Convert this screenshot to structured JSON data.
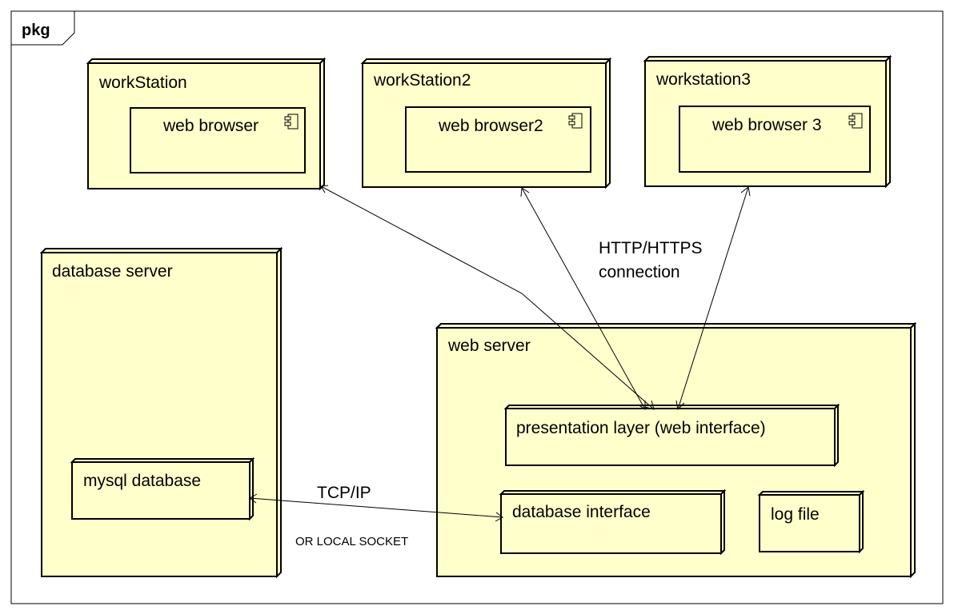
{
  "frame": {
    "label": "pkg"
  },
  "colors": {
    "node_fill": "#ffffcc",
    "stroke": "#000000",
    "background": "#ffffff"
  },
  "nodes": {
    "workstation1": {
      "title": "workStation",
      "component": "web browser"
    },
    "workstation2": {
      "title": "workStation2",
      "component": "web browser2"
    },
    "workstation3": {
      "title": "workstation3",
      "component": "web browser 3"
    },
    "database_server": {
      "title": "database server",
      "inner": "mysql database"
    },
    "web_server": {
      "title": "web server",
      "presentation": "presentation layer (web interface)",
      "db_interface": "database interface",
      "log_file": "log file"
    }
  },
  "connections": {
    "http": {
      "line1": "HTTP/HTTPS",
      "line2": "connection"
    },
    "tcp": {
      "label": "TCP/IP",
      "note": "OR LOCAL SOCKET"
    }
  },
  "icons": [
    "component-icon"
  ]
}
